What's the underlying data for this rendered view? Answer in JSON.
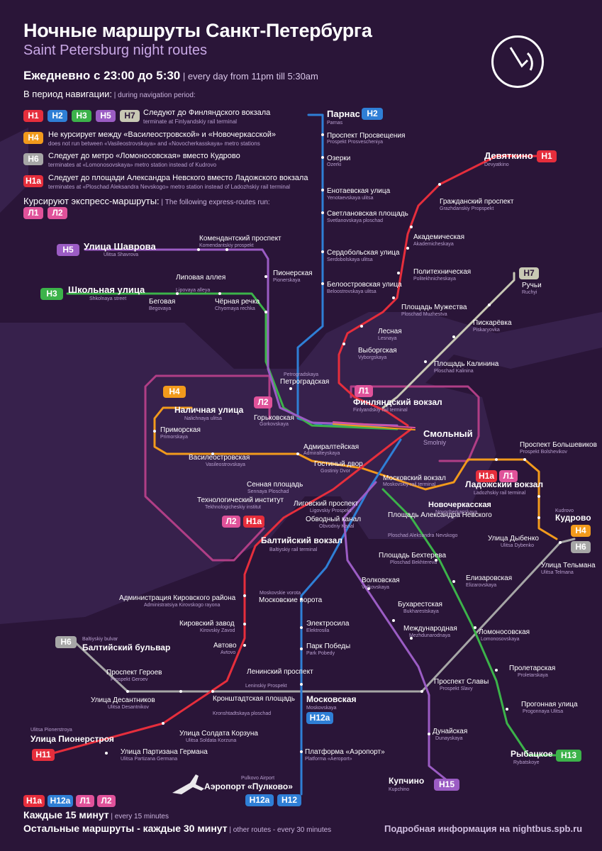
{
  "header": {
    "title_ru": "Ночные маршруты Санкт-Петербурга",
    "title_en": "Saint Petersburg night routes",
    "schedule_ru": "Ежедневно с 23:00 до 5:30",
    "schedule_en": " | every day from 11pm till 5:30am",
    "navigation_ru": "В период навигации:",
    "navigation_en": " | during navigation period:"
  },
  "legend": [
    {
      "badges": [
        "Н1",
        "Н2",
        "Н3",
        "Н5",
        "Н7"
      ],
      "ru": "Следуют до Финляндского вокзала",
      "en": "terminate at Finlyandskiy rail terminal"
    },
    {
      "badges": [
        "Н4"
      ],
      "ru": "Не курсирует между «Василеостровской» и «Новочеркасской»",
      "en": "does not run between «Vasileostrovskaya» and «Novocherkasskaya» metro stations"
    },
    {
      "badges": [
        "Н6"
      ],
      "ru": "Следует до метро «Ломоносовская» вместо Кудрово",
      "en": "terminates at «Lomonosovskaya» metro station instead of Kudrovo"
    },
    {
      "badges": [
        "Н1а"
      ],
      "ru": "Следует до площади Александра Невского вместо Ладожского вокзала",
      "en": "terminates at «Ploschad Aleksandra Nevskogo» metro station instead of Ladozhskiy rail terminal"
    }
  ],
  "express": {
    "ru": "Курсируют экспресс-маршруты:",
    "en": " | The following express-routes run:",
    "badges": [
      "Л1",
      "Л2"
    ]
  },
  "footer": {
    "badges": [
      "Н1а",
      "Н12а",
      "Л1",
      "Л2"
    ],
    "freq1_ru": "Каждые 15 минут",
    "freq1_en": " | every 15 minutes",
    "freq2_ru": "Остальные маршруты - каждые 30 минут",
    "freq2_en": " | other routes - every 30 minutes",
    "more": "Подробная информация на nightbus.spb.ru"
  },
  "colors": {
    "Н1": "#e62e3c",
    "Н1а": "#e62e3c",
    "Н2": "#2f7fd6",
    "Н3": "#3cb34a",
    "Н4": "#f29a1c",
    "Н5": "#9b5cc4",
    "Н6": "#a6a6a6",
    "Н7": "#c8c8b4",
    "Н12": "#2f7fd6",
    "Н12а": "#2f7fd6",
    "Н13": "#3cb34a",
    "Н15": "#9b5cc4",
    "Л1": "#e0529a",
    "Л2": "#e0529a",
    "background": "#2a1538",
    "land": "#3b2550"
  },
  "terminal_badges": [
    {
      "label": "Н2",
      "color": "#2f7fd6"
    },
    {
      "label": "Н1",
      "color": "#e62e3c"
    },
    {
      "label": "Н5",
      "color": "#9b5cc4"
    },
    {
      "label": "Н3",
      "color": "#3cb34a"
    },
    {
      "label": "Н7",
      "color": "#c8c8b4"
    },
    {
      "label": "Н4",
      "color": "#f29a1c"
    },
    {
      "label": "Л2",
      "color": "#e0529a"
    },
    {
      "label": "Л1",
      "color": "#e0529a"
    },
    {
      "label": "Н1а",
      "color": "#e62e3c"
    },
    {
      "label": "Л1",
      "color": "#e0529a"
    },
    {
      "label": "Л2",
      "color": "#e0529a"
    },
    {
      "label": "Н1а",
      "color": "#e62e3c"
    },
    {
      "label": "Н4",
      "color": "#f29a1c"
    },
    {
      "label": "Н6",
      "color": "#a6a6a6"
    },
    {
      "label": "Н6",
      "color": "#a6a6a6"
    },
    {
      "label": "Н11",
      "color": "#e62e3c"
    },
    {
      "label": "Н12а",
      "color": "#2f7fd6"
    },
    {
      "label": "Н13",
      "color": "#3cb34a"
    },
    {
      "label": "Н15",
      "color": "#9b5cc4"
    },
    {
      "label": "Н12а",
      "color": "#2f7fd6"
    },
    {
      "label": "Н12",
      "color": "#2f7fd6"
    }
  ],
  "stations": [
    {
      "ru": "Парнас",
      "en": "Parnas"
    },
    {
      "ru": "Проспект Просвещения",
      "en": "Prospekt Prosvescheniya"
    },
    {
      "ru": "Озерки",
      "en": "Ozerki"
    },
    {
      "ru": "Енотаевская улица",
      "en": "Yenotaevskaya ulitsa"
    },
    {
      "ru": "Светлановская площадь",
      "en": "Svetlanovskaya ploschad"
    },
    {
      "ru": "Сердобольская улица",
      "en": "Serdobolskaya ulitsa"
    },
    {
      "ru": "Белоостровская улица",
      "en": "Beloostrovskaya ulitsa"
    },
    {
      "ru": "Девяткино",
      "en": "Devyatkino"
    },
    {
      "ru": "Гражданский проспект",
      "en": "Grazhdanskiy Propspekt"
    },
    {
      "ru": "Академическая",
      "en": "Akademicheskaya"
    },
    {
      "ru": "Политехническая",
      "en": "Politekhnicheskaya"
    },
    {
      "ru": "Площадь Мужества",
      "en": "Ploschad Muzhestva"
    },
    {
      "ru": "Лесная",
      "en": "Lesnaya"
    },
    {
      "ru": "Выборгская",
      "en": "Vyborgskaya"
    },
    {
      "ru": "Улица Шаврова",
      "en": "Ulitsa Shavrova"
    },
    {
      "ru": "Комендантский проспект",
      "en": "Komendantskiy prospekt"
    },
    {
      "ru": "Школьная улица",
      "en": "Shkolnaya street"
    },
    {
      "ru": "Липовая аллея",
      "en": "Lipovaya alleya"
    },
    {
      "ru": "Пионерская",
      "en": "Pionerskaya"
    },
    {
      "ru": "Беговая",
      "en": "Begovaya"
    },
    {
      "ru": "Чёрная речка",
      "en": "Chyornaya rechka"
    },
    {
      "ru": "Ручьи",
      "en": "Ruchyi"
    },
    {
      "ru": "Пискарёвка",
      "en": "Piskaryovka"
    },
    {
      "ru": "Площадь Калинина",
      "en": "Ploschad Kalinina"
    },
    {
      "ru": "Петроградская",
      "en": "Petrogradskaya"
    },
    {
      "ru": "Финляндский вокзал",
      "en": "Finlyandskiy rail terminal"
    },
    {
      "ru": "Наличная улица",
      "en": "Nalichnaya ulitsa"
    },
    {
      "ru": "Горьковская",
      "en": "Gorkovskaya"
    },
    {
      "ru": "Приморская",
      "en": "Primorskaya"
    },
    {
      "ru": "Смольный",
      "en": "Smolniy"
    },
    {
      "ru": "Адмиралтейская",
      "en": "Admiralteyskaya"
    },
    {
      "ru": "Василеостровская",
      "en": "Vasileostrovskaya"
    },
    {
      "ru": "Гостиный двор",
      "en": "Gostiniy Dvor"
    },
    {
      "ru": "Проспект Большевиков",
      "en": "Prospekt Bolshevikov"
    },
    {
      "ru": "Сенная площадь",
      "en": "Sennaya Ploschad"
    },
    {
      "ru": "Московский вокзал",
      "en": "Moskovskiy rail terminal"
    },
    {
      "ru": "Ладожский вокзал",
      "en": "Ladozhskiy rail terminal"
    },
    {
      "ru": "Технологический институт",
      "en": "Tekhnologicheskiy institut"
    },
    {
      "ru": "Лиговский проспект",
      "en": "Ligovskiy Prospekt"
    },
    {
      "ru": "Новочеркасская",
      "en": "Novocherkasskaya"
    },
    {
      "ru": "Обводный канал",
      "en": "Obvodniy Kanal"
    },
    {
      "ru": "Площадь Александра Невского",
      "en": "Ploschad Aleksandra Nevskogo"
    },
    {
      "ru": "Кудрово",
      "en": "Kudrovo"
    },
    {
      "ru": "Балтийский вокзал",
      "en": "Baltiyskiy rail terminal"
    },
    {
      "ru": "Улица Дыбенко",
      "en": "Ulitsa Dybenko"
    },
    {
      "ru": "Площадь Бехтерева",
      "en": "Ploschad Bekhtereva"
    },
    {
      "ru": "Улица Тельмана",
      "en": "Ulitsa Telmana"
    },
    {
      "ru": "Волковская",
      "en": "Volkovskaya"
    },
    {
      "ru": "Елизаровская",
      "en": "Elizarovskaya"
    },
    {
      "ru": "Администрация Кировского района",
      "en": "Administratsiya Kirovskogo rayona"
    },
    {
      "ru": "Московские ворота",
      "en": "Moskovskie vorota"
    },
    {
      "ru": "Бухарестская",
      "en": "Bukharestskaya"
    },
    {
      "ru": "Электросила",
      "en": "Elektrosila"
    },
    {
      "ru": "Кировский завод",
      "en": "Kirovskiy Zavod"
    },
    {
      "ru": "Международная",
      "en": "Mezhdunarodnaya"
    },
    {
      "ru": "Ломоносовская",
      "en": "Lomonosovskaya"
    },
    {
      "ru": "Балтийский бульвар",
      "en": "Baltiyskiy bulvar"
    },
    {
      "ru": "Автово",
      "en": "Avtovo"
    },
    {
      "ru": "Парк Победы",
      "en": "Park Pobedy"
    },
    {
      "ru": "Проспект Героев",
      "en": "Prospekt Geroev"
    },
    {
      "ru": "Ленинский проспект",
      "en": "Leninskiy Prospekt"
    },
    {
      "ru": "Пролетарская",
      "en": "Proletarskaya"
    },
    {
      "ru": "Проспект Славы",
      "en": "Prospekt Slavy"
    },
    {
      "ru": "Улица Десантников",
      "en": "Ulitsa Desantnikov"
    },
    {
      "ru": "Московская",
      "en": "Moskovskaya"
    },
    {
      "ru": "Кронштадтская площадь",
      "en": "Kronshtadtskaya ploschad"
    },
    {
      "ru": "Прогонная улица",
      "en": "Progonnaya Ulitsa"
    },
    {
      "ru": "Улица Солдата Корзуна",
      "en": "Ulitsa Soldata Korzuna"
    },
    {
      "ru": "Улица Пионерстроя",
      "en": "Ulitsa Pionerstroya"
    },
    {
      "ru": "Дунайская",
      "en": "Dunayskaya"
    },
    {
      "ru": "Улица Партизана Германа",
      "en": "Ulitsa Partizana Germana"
    },
    {
      "ru": "Платформа «Аэропорт»",
      "en": "Platforma «Aeroport»"
    },
    {
      "ru": "Рыбацкое",
      "en": "Rybatskoye"
    },
    {
      "ru": "Аэропорт «Пулково»",
      "en": "Pulkovo Airport"
    },
    {
      "ru": "Купчино",
      "en": "Kupchino"
    }
  ]
}
